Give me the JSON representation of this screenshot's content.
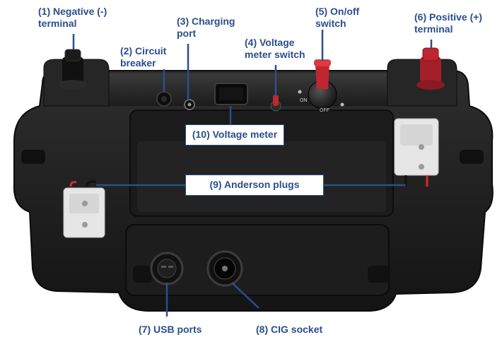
{
  "labels": {
    "negative_terminal": {
      "line1": "(1) Negative (-)",
      "line2": "terminal"
    },
    "circuit_breaker": {
      "line1": "(2) Circuit",
      "line2": "breaker"
    },
    "charging_port": {
      "line1": "(3) Charging",
      "line2": "port"
    },
    "voltage_meter_switch": {
      "line1": "(4) Voltage",
      "line2": "meter switch"
    },
    "on_off_switch": {
      "line1": "(5) On/off",
      "line2": "switch"
    },
    "positive_terminal": {
      "line1": "(6) Positive (+)",
      "line2": "terminal"
    },
    "usb_ports": "(7) USB ports",
    "cig_socket": "(8) CIG socket",
    "anderson_plugs": "(9) Anderson plugs",
    "voltage_meter": "(10) Voltage meter"
  },
  "switch_marks": {
    "on": "ON",
    "off": "OFF"
  },
  "colors": {
    "label_text": "#2b4e8c",
    "leader_line": "#2b4e8c",
    "case_body": "#1e1e1e",
    "case_edge": "#3a3a3a",
    "plug_housing": "#e6e6e6",
    "positive_red": "#c0262f",
    "wire_red": "#d92b2b"
  },
  "icons": [
    "battery-box-icon",
    "terminal-post-icon",
    "switch-knob-icon",
    "anderson-plug-icon",
    "socket-icon"
  ]
}
